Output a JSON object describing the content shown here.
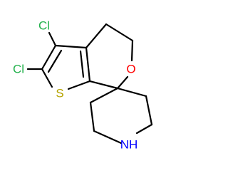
{
  "molecule": {
    "atoms": {
      "cl_top": {
        "label": "Cl",
        "color": "#22b14c"
      },
      "cl_left": {
        "label": "Cl",
        "color": "#22b14c"
      },
      "sulfur": {
        "label": "S",
        "color": "#b5a300"
      },
      "oxygen": {
        "label": "O",
        "color": "#ff0000"
      },
      "amine": {
        "label": "NH",
        "color": "#0000ff"
      }
    },
    "bond_color": "#000000"
  }
}
